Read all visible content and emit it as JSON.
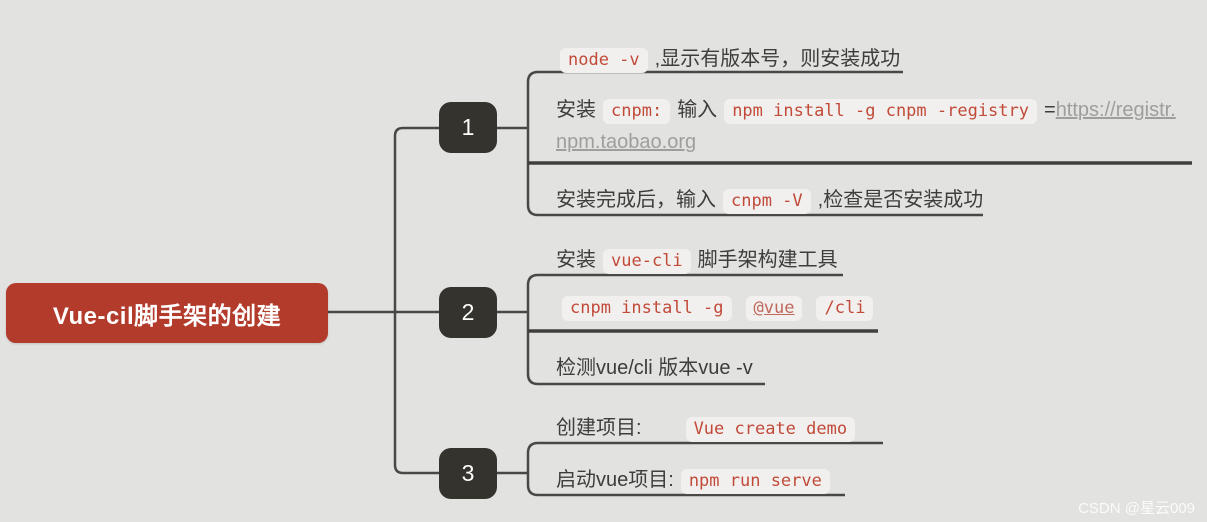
{
  "root": {
    "label": "Vue-cil脚手架的创建"
  },
  "watermark": "CSDN @星云009",
  "colors": {
    "background": "#e2e2e0",
    "root_node": "#b23b2b",
    "branch_node": "#34332e",
    "line": "#4a4846",
    "text": "#3e3d3b",
    "code_text": "#c24a39",
    "code_background": "#f1f0ee",
    "link": "#9e9e9b"
  },
  "branches": [
    {
      "number": "1",
      "items": [
        {
          "lines": [
            [
              {
                "t": "code",
                "v": "node -v"
              },
              {
                "t": "text",
                "v": ",显示有版本号，则安装成功"
              }
            ]
          ]
        },
        {
          "lines": [
            [
              {
                "t": "text",
                "v": "安装"
              },
              {
                "t": "code",
                "v": "cnpm:"
              },
              {
                "t": "text",
                "v": "输入"
              },
              {
                "t": "code",
                "v": "npm install -g cnpm -registry"
              },
              {
                "t": "text",
                "v": "="
              },
              {
                "t": "link",
                "v": "https://registr."
              }
            ],
            [
              {
                "t": "link",
                "v": "npm.taobao.org"
              }
            ]
          ]
        },
        {
          "lines": [
            [
              {
                "t": "text",
                "v": "安装完成后，输入"
              },
              {
                "t": "code",
                "v": "cnpm -V"
              },
              {
                "t": "text",
                "v": ",检查是否安装成功"
              }
            ]
          ]
        }
      ]
    },
    {
      "number": "2",
      "items": [
        {
          "lines": [
            [
              {
                "t": "text",
                "v": "安装"
              },
              {
                "t": "code",
                "v": "vue-cli"
              },
              {
                "t": "text",
                "v": "脚手架构建工具"
              }
            ]
          ]
        },
        {
          "lines": [
            [
              {
                "t": "code",
                "v": "cnpm install -g"
              },
              {
                "t": "code-link",
                "v": "@vue"
              },
              {
                "t": "code",
                "v": "/cli"
              }
            ]
          ]
        },
        {
          "lines": [
            [
              {
                "t": "text",
                "v": "检测vue/cli 版本vue -v"
              }
            ]
          ]
        }
      ]
    },
    {
      "number": "3",
      "items": [
        {
          "lines": [
            [
              {
                "t": "text",
                "v": "创建项目:"
              },
              {
                "t": "code",
                "v": "Vue create demo"
              }
            ]
          ]
        },
        {
          "lines": [
            [
              {
                "t": "text",
                "v": "启动vue项目:"
              },
              {
                "t": "code",
                "v": "npm run serve"
              }
            ]
          ]
        }
      ]
    }
  ]
}
